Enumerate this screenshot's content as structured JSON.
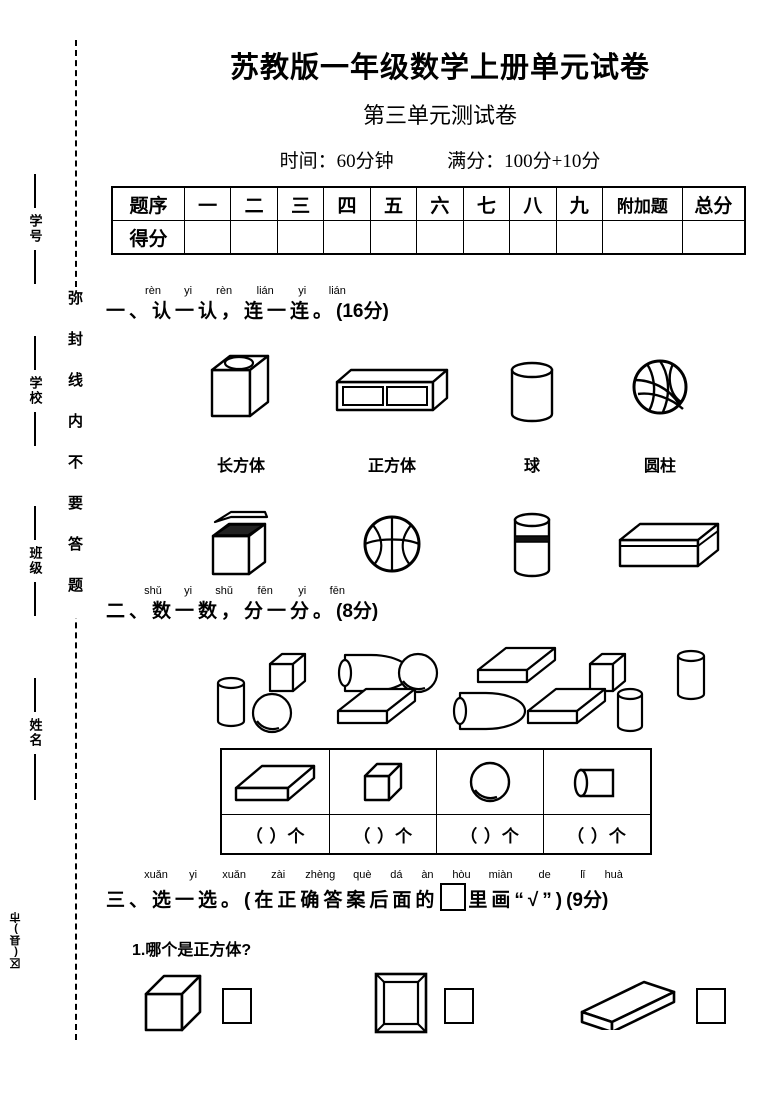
{
  "margin": {
    "region_label": "区(县)市",
    "seal_text": "弥封线内不要答题",
    "fields": [
      {
        "label": "学号"
      },
      {
        "label": "学校"
      },
      {
        "label": "班级"
      },
      {
        "label": "姓名"
      }
    ]
  },
  "header": {
    "title": "苏教版一年级数学上册单元试卷",
    "subtitle": "第三单元测试卷",
    "time_label": "时间：60分钟",
    "score_label": "满分：100分+10分"
  },
  "score_table": {
    "row_labels": [
      "题序",
      "得分"
    ],
    "columns": [
      "一",
      "二",
      "三",
      "四",
      "五",
      "六",
      "七",
      "八",
      "九",
      "附加题",
      "总分"
    ]
  },
  "questions": [
    {
      "index": "一",
      "pinyin": [
        "rèn",
        "yi",
        "rèn",
        "lián",
        "yi",
        "lián"
      ],
      "title": "一、认一认，连一连。",
      "points": "(16分)",
      "top_shapes": [
        "tissue-box-cube",
        "rectangular-box",
        "cylinder",
        "volleyball"
      ],
      "labels": [
        "长方体",
        "正方体",
        "球",
        "圆柱"
      ],
      "bottom_shapes": [
        "salt-box-cube",
        "basketball",
        "can-cylinder",
        "shoe-box-cuboid"
      ]
    },
    {
      "index": "二",
      "pinyin": [
        "shǔ",
        "yi",
        "shǔ",
        "fēn",
        "yi",
        "fēn"
      ],
      "title": "二、数一数，分一分。",
      "points": "(8分)",
      "scatter_shapes": [
        "cylinder",
        "cube",
        "cylinder-h",
        "sphere",
        "cuboid",
        "cube",
        "cylinder",
        "sphere",
        "cuboid",
        "cylinder-h",
        "cuboid",
        "cylinder"
      ],
      "table": {
        "icons": [
          "cuboid",
          "cube",
          "sphere",
          "cylinder-h"
        ],
        "count_cells": [
          "（      ）个",
          "（      ）个",
          "（      ）个",
          "（      ）个"
        ]
      }
    },
    {
      "index": "三",
      "pinyin": [
        "xuǎn",
        "yi",
        "xuǎn",
        "zài",
        "zhèng",
        "què",
        "dá",
        "àn",
        "hòu",
        "miàn",
        "de",
        "lǐ",
        "huà"
      ],
      "title_part1": "三、选一选。(在正确答案后面的",
      "title_part2": "里画“√”)",
      "points": "(9分)",
      "sub_questions": [
        {
          "number": "1.",
          "text": "哪个是正方体?",
          "options": [
            "cube",
            "open-box-frame",
            "slanted-long-cuboid"
          ]
        }
      ]
    }
  ]
}
